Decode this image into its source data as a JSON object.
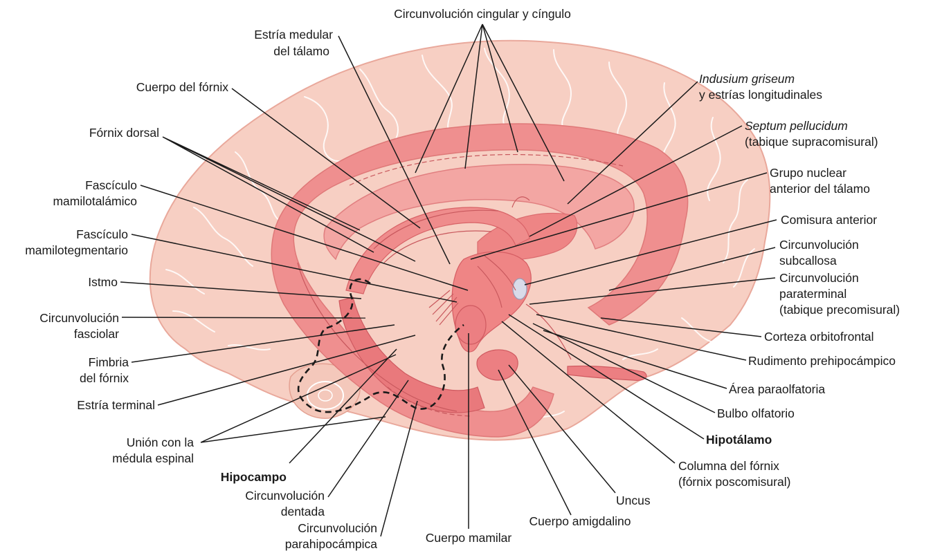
{
  "labels": {
    "cingular": "Circunvolución cingular y cíngulo",
    "estria_medular_1": "Estría medular",
    "estria_medular_2": "del tálamo",
    "cuerpo_fornix": "Cuerpo del fórnix",
    "fornix_dorsal": "Fórnix dorsal",
    "fasc_mamilotalamico_1": "Fascículo",
    "fasc_mamilotalamico_2": "mamilotalámico",
    "fasc_mamilotegmentario_1": "Fascículo",
    "fasc_mamilotegmentario_2": "mamilotegmentario",
    "istmo": "Istmo",
    "circ_fasciolar_1": "Circunvolución",
    "circ_fasciolar_2": "fasciolar",
    "fimbria_1": "Fimbria",
    "fimbria_2": "del fórnix",
    "estria_terminal": "Estría terminal",
    "union_1": "Unión con la",
    "union_2": "médula espinal",
    "hipocampo": "Hipocampo",
    "circ_dentada_1": "Circunvolución",
    "circ_dentada_2": "dentada",
    "circ_parahipo_1": "Circunvolución",
    "circ_parahipo_2": "parahipocámpica",
    "cuerpo_mamilar": "Cuerpo mamilar",
    "cuerpo_amigdalino": "Cuerpo amigdalino",
    "uncus": "Uncus",
    "columna_fornix_1": "Columna del fórnix",
    "columna_fornix_2": "(fórnix poscomisural)",
    "hipotalamo": "Hipotálamo",
    "bulbo_olfatorio": "Bulbo olfatorio",
    "area_paraolfatoria": "Área paraolfatoria",
    "rudimento": "Rudimento prehipocámpico",
    "corteza_orbitofrontal": "Corteza orbitofrontal",
    "circ_paraterminal_1": "Circunvolución",
    "circ_paraterminal_2": "paraterminal",
    "circ_paraterminal_3": "(tabique precomisural)",
    "circ_subcallosa_1": "Circunvolución",
    "circ_subcallosa_2": "subcallosa",
    "comisura_anterior": "Comisura anterior",
    "grupo_nuclear_1": "Grupo nuclear",
    "grupo_nuclear_2": "anterior del tálamo",
    "septum_1": "Septum pellucidum",
    "septum_2": "(tabique supracomisural)",
    "indusium_1": "Indusium griseum",
    "indusium_2": "y estrías longitudinales"
  },
  "colors": {
    "brain_fill": "#f7cfc3",
    "brain_outline": "#e9a89b",
    "limbic": "#ef8f8f",
    "limbic_light": "#f3a6a3",
    "limbic_dark": "#e06c70",
    "commissure": "#d9dbe9"
  }
}
